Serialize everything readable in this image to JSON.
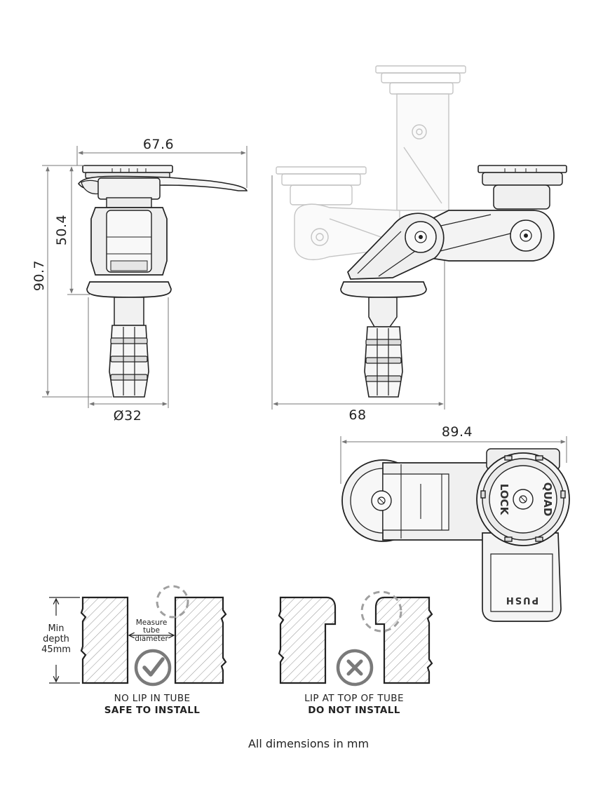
{
  "dimensions": {
    "width_top": "67.6",
    "height_upper": "50.4",
    "height_total": "90.7",
    "diameter": "Ø32",
    "arm_width": "68",
    "extended_width": "89.4"
  },
  "product_labels": {
    "brand_line1": "QUAD",
    "brand_line2": "LOCK",
    "push": "PUSH"
  },
  "install_guide": {
    "depth_line1": "Min",
    "depth_line2": "depth",
    "depth_line3": "45mm",
    "measure_line1": "Measure",
    "measure_line2": "tube",
    "measure_line3": "diameter",
    "safe_caption": "NO LIP IN TUBE",
    "safe_verdict": "SAFE TO INSTALL",
    "unsafe_caption": "LIP AT TOP OF TUBE",
    "unsafe_verdict": "DO NOT INSTALL"
  },
  "footer_note": "All dimensions in mm",
  "colors": {
    "line": "#222222",
    "ghost": "#c4c4c4",
    "dimension": "#777777",
    "body_fill": "#eeeeee",
    "icon": "#7a7a7a"
  }
}
